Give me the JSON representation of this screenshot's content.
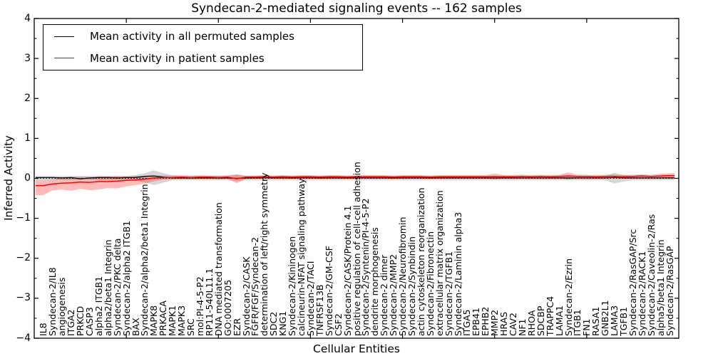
{
  "chart_data": {
    "type": "line",
    "title": "Syndecan-2-mediated signaling events -- 162 samples",
    "xlabel": "Cellular Entities",
    "ylabel": "Inferred Activity",
    "ylim": [
      -4,
      4
    ],
    "yticks": [
      -4,
      -3,
      -2,
      -1,
      0,
      1,
      2,
      3,
      4
    ],
    "y_minor_ticks": [
      -3.5,
      -2.5,
      -1.5,
      -0.5,
      0.5,
      1.5,
      2.5,
      3.5
    ],
    "x_major_ticks": [
      10,
      20,
      30,
      40,
      50,
      60
    ],
    "xlim": [
      0,
      70
    ],
    "grid": false,
    "legend_position": "upper left",
    "zero_line": {
      "style": "dotted",
      "color": "#000000",
      "y": 0
    },
    "background_color": "#ffffff",
    "categories": [
      "IL8",
      "Syndecan-2/IL8",
      "angiogenesis",
      "ITGA2",
      "PRKCD",
      "CASP3",
      "alpha2 ITGB1",
      "alpha2/beta1 Integrin",
      "Syndecan-2/PKC delta",
      "Syndecan-2/alpha2 ITGB1",
      "BAX",
      "Syndecan-2/alpha2/beta1 Integrin",
      "MAPK8",
      "PRKACA",
      "MAPK1",
      "MAPK3",
      "SRC",
      "mol:PI-4-5-P2",
      "RP11-540L11.1",
      "DNA mediated transformation",
      "GO:0007205",
      "EZR",
      "Syndecan-2/CASK",
      "FGFR/FGF/Syndecan-2",
      "determination of left/right symmetry",
      "SDC2",
      "KNG1",
      "Syndecan-2/Kininogen",
      "calcineurin-NFAT signaling pathway",
      "Syndecan-2/TACI",
      "TNFRSF13B",
      "Syndecan-2/GM-CSF",
      "CSF2",
      "Syndecan-2/CASK/Protein 4.1",
      "positive regulation of cell-cell adhesion",
      "Syndecan-2/Syntenin/PI-4-5-P2",
      "dendrite morphogenesis",
      "Syndecan-2 dimer",
      "Syndecan-2/MMP2",
      "Syndecan-2/Neurofibromin",
      "Syndecan-2/Synbindin",
      "actin cytoskeleton reorganization",
      "Syndecan-2/Fibronectin",
      "extracellular matrix organization",
      "Syndecan-2/TGFB1",
      "Syndecan-2/Laminin alpha3",
      "ITGA5",
      "EPB41",
      "EPHB2",
      "MMP2",
      "HRAS",
      "CAV2",
      "NF1",
      "RHOA",
      "SDCBP",
      "TRAPPC4",
      "LAMA1",
      "Syndecan-2/Ezrin",
      "ITGB1",
      "FN1",
      "RASA1",
      "GNB2L1",
      "LAMA3",
      "TGFB1",
      "Syndecan-2/RasGAP/Src",
      "Syndecan-2/RACK1",
      "Syndecan-2/Caveolin-2/Ras",
      "alpha5/beta1 Integrin",
      "Syndecan-2/RasGAP"
    ],
    "series": [
      {
        "name": "Mean activity in all permuted samples",
        "color": "#000000",
        "band_color": "rgba(0,0,0,0.16)",
        "values": [
          0.02,
          0.02,
          0.01,
          0.02,
          -0.01,
          0.01,
          0.02,
          0.02,
          0.01,
          0.02,
          0.02,
          0.05,
          0.06,
          0.03,
          0.01,
          0.01,
          0.01,
          0.01,
          0.01,
          0.01,
          0.01,
          0.0,
          0.01,
          0.01,
          0.01,
          0.01,
          0.01,
          0.01,
          0.01,
          0.01,
          0.01,
          0.01,
          0.01,
          0.01,
          0.01,
          0.01,
          0.01,
          0.01,
          0.01,
          0.01,
          0.01,
          0.01,
          0.01,
          0.01,
          0.01,
          0.01,
          0.01,
          0.01,
          0.01,
          0.01,
          0.01,
          0.01,
          0.01,
          0.01,
          0.01,
          0.01,
          0.01,
          0.01,
          0.01,
          0.01,
          0.01,
          0.01,
          0.02,
          0.01,
          0.01,
          0.01,
          0.01,
          0.01,
          0.01
        ],
        "band_low": [
          -0.05,
          -0.04,
          -0.04,
          -0.04,
          -0.04,
          -0.04,
          -0.04,
          -0.04,
          -0.04,
          -0.04,
          -0.06,
          -0.1,
          -0.17,
          -0.11,
          -0.05,
          -0.05,
          -0.05,
          -0.05,
          -0.05,
          -0.05,
          -0.05,
          -0.07,
          -0.05,
          -0.05,
          -0.05,
          -0.05,
          -0.05,
          -0.05,
          -0.05,
          -0.05,
          -0.05,
          -0.05,
          -0.05,
          -0.05,
          -0.05,
          -0.05,
          -0.05,
          -0.05,
          -0.05,
          -0.05,
          -0.05,
          -0.05,
          -0.05,
          -0.05,
          -0.05,
          -0.05,
          -0.05,
          -0.05,
          -0.05,
          -0.05,
          -0.05,
          -0.05,
          -0.05,
          -0.05,
          -0.05,
          -0.05,
          -0.05,
          -0.05,
          -0.05,
          -0.05,
          -0.05,
          -0.05,
          -0.13,
          -0.08,
          -0.05,
          -0.05,
          -0.05,
          -0.05,
          -0.04
        ],
        "band_high": [
          0.06,
          0.06,
          0.06,
          0.06,
          0.06,
          0.06,
          0.06,
          0.06,
          0.06,
          0.06,
          0.08,
          0.13,
          0.2,
          0.13,
          0.08,
          0.06,
          0.06,
          0.06,
          0.06,
          0.06,
          0.06,
          0.09,
          0.06,
          0.06,
          0.06,
          0.06,
          0.06,
          0.06,
          0.06,
          0.06,
          0.06,
          0.06,
          0.06,
          0.06,
          0.06,
          0.06,
          0.06,
          0.06,
          0.06,
          0.06,
          0.06,
          0.06,
          0.06,
          0.06,
          0.06,
          0.06,
          0.06,
          0.06,
          0.06,
          0.06,
          0.06,
          0.06,
          0.06,
          0.06,
          0.06,
          0.06,
          0.06,
          0.06,
          0.06,
          0.06,
          0.06,
          0.06,
          0.14,
          0.09,
          0.06,
          0.06,
          0.06,
          0.07,
          0.07
        ]
      },
      {
        "name": "Mean activity in patient samples",
        "color": "#ff0000",
        "band_color": "rgba(255,0,0,0.27)",
        "values": [
          -0.18,
          -0.14,
          -0.12,
          -0.11,
          -0.09,
          -0.1,
          -0.08,
          -0.08,
          -0.07,
          -0.05,
          -0.04,
          -0.02,
          0.01,
          0.02,
          0.02,
          0.03,
          0.02,
          0.03,
          0.03,
          0.02,
          0.03,
          -0.01,
          0.03,
          0.03,
          0.04,
          0.03,
          0.04,
          0.03,
          0.04,
          0.04,
          0.03,
          0.04,
          0.04,
          0.03,
          0.04,
          0.04,
          0.04,
          0.04,
          0.03,
          0.04,
          0.04,
          0.04,
          0.03,
          0.04,
          0.04,
          0.04,
          0.04,
          0.04,
          0.04,
          0.05,
          0.04,
          0.04,
          0.05,
          0.04,
          0.05,
          0.04,
          0.05,
          0.06,
          0.05,
          0.05,
          0.04,
          0.05,
          0.05,
          0.04,
          0.05,
          0.06,
          0.05,
          0.06,
          0.07
        ],
        "band_low": [
          -0.42,
          -0.3,
          -0.28,
          -0.31,
          -0.26,
          -0.3,
          -0.28,
          -0.24,
          -0.25,
          -0.2,
          -0.17,
          -0.13,
          -0.07,
          -0.03,
          -0.02,
          -0.01,
          -0.02,
          -0.01,
          -0.01,
          -0.02,
          -0.01,
          -0.12,
          -0.01,
          0.0,
          0.0,
          0.0,
          0.0,
          -0.01,
          0.0,
          0.0,
          -0.01,
          0.0,
          0.0,
          -0.01,
          0.0,
          0.0,
          0.0,
          0.0,
          -0.01,
          0.0,
          0.0,
          0.0,
          -0.01,
          0.0,
          0.0,
          0.0,
          0.0,
          0.0,
          0.0,
          -0.02,
          0.0,
          0.0,
          0.01,
          0.0,
          0.01,
          0.0,
          0.01,
          -0.03,
          0.01,
          0.01,
          0.0,
          0.01,
          0.01,
          0.0,
          0.01,
          0.02,
          0.01,
          0.02,
          0.01
        ],
        "band_high": [
          -0.05,
          -0.03,
          0.01,
          0.03,
          0.04,
          0.03,
          0.05,
          0.05,
          0.06,
          0.05,
          0.06,
          0.06,
          0.07,
          0.07,
          0.07,
          0.08,
          0.07,
          0.08,
          0.07,
          0.07,
          0.08,
          0.1,
          0.07,
          0.07,
          0.08,
          0.07,
          0.08,
          0.07,
          0.08,
          0.08,
          0.07,
          0.08,
          0.08,
          0.07,
          0.08,
          0.08,
          0.08,
          0.08,
          0.07,
          0.08,
          0.08,
          0.08,
          0.07,
          0.08,
          0.08,
          0.08,
          0.08,
          0.08,
          0.08,
          0.12,
          0.08,
          0.08,
          0.09,
          0.08,
          0.09,
          0.08,
          0.09,
          0.15,
          0.09,
          0.09,
          0.08,
          0.09,
          0.09,
          0.08,
          0.09,
          0.1,
          0.09,
          0.11,
          0.13
        ]
      }
    ]
  }
}
